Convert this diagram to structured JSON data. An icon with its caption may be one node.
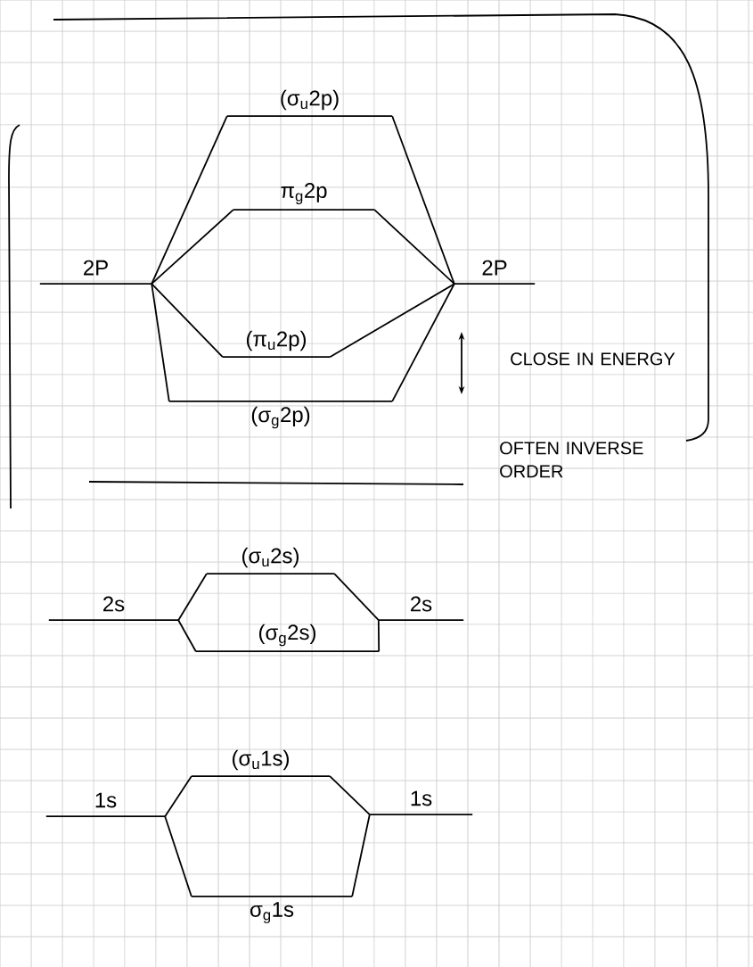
{
  "diagram": {
    "nodes": [
      {
        "text": [
          "(σ$_{u}$2p)"
        ]
      },
      {
        "text": [
          "π$_{g}$2p"
        ]
      },
      {
        "text": [
          "2P"
        ]
      },
      {
        "text": [
          "2P"
        ]
      },
      {
        "text": [
          "(π$_{u}$2p)"
        ]
      },
      {
        "text": [
          "(σ$_{g}$2p)"
        ]
      },
      {
        "text": [
          "(σ$_{u}$2s)"
        ]
      },
      {
        "text": [
          "2s"
        ]
      },
      {
        "text": [
          "2s"
        ]
      },
      {
        "text": [
          "(σ$_{g}$2s)"
        ]
      },
      {
        "text": [
          "(σ$_{u}$1s)"
        ]
      },
      {
        "text": [
          "1s"
        ]
      },
      {
        "text": [
          "1s"
        ]
      },
      {
        "text": [
          "σ$_{g}$1s"
        ]
      }
    ],
    "edges": [
      {
        "from": 2,
        "to": 0,
        "arrow": "none"
      },
      {
        "from": 2,
        "to": 1,
        "arrow": "none"
      },
      {
        "from": 2,
        "to": 4,
        "arrow": "none"
      },
      {
        "from": 2,
        "to": 5,
        "arrow": "none"
      },
      {
        "from": 3,
        "to": 0,
        "arrow": "none"
      },
      {
        "from": 3,
        "to": 1,
        "arrow": "none"
      },
      {
        "from": 3,
        "to": 4,
        "arrow": "none"
      },
      {
        "from": 3,
        "to": 5,
        "arrow": "none"
      },
      {
        "from": 7,
        "to": 6,
        "arrow": "none"
      },
      {
        "from": 7,
        "to": 9,
        "arrow": "none"
      },
      {
        "from": 8,
        "to": 6,
        "arrow": "none"
      },
      {
        "from": 8,
        "to": 9,
        "arrow": "none"
      },
      {
        "from": 11,
        "to": 10,
        "arrow": "none"
      },
      {
        "from": 11,
        "to": 13,
        "arrow": "none"
      },
      {
        "from": 12,
        "to": 10,
        "arrow": "none"
      },
      {
        "from": 12,
        "to": 13,
        "arrow": "none"
      }
    ],
    "labels": [
      "CLOSE IN ENERGY",
      "OFTEN INVERSE ORDER"
    ]
  }
}
